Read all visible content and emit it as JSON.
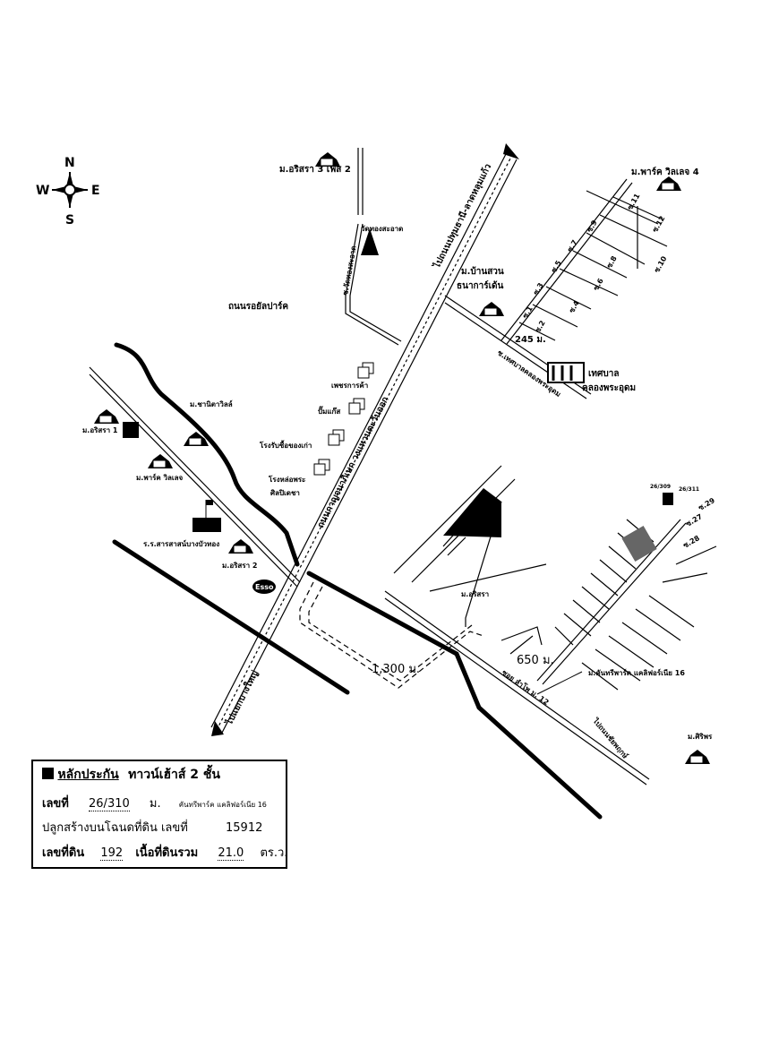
{
  "compass": {
    "north": "N",
    "south": "S",
    "east": "E",
    "west": "W"
  },
  "places": {
    "arisara3": "ม.อริสรา 3 เฟส 2",
    "wat": "วัดทองสะอาด",
    "soi_wat": "ซ.วัดทองสะอาด",
    "royal_park_road": "ถนนรอยัลปาร์ค",
    "to_pathum": "ไปถนนปทุมธานี-ลาดหลุมแก้ว",
    "park_village4": "ม.พาร์ค วิลเลจ 4",
    "baansuan_1": "ม.บ้านสวน",
    "baansuan_2": "ธนาการ์เด้น",
    "dist_245": "245 ม.",
    "soi_tesaban": "ซ.เทศบาลคลองพระอุดม",
    "tesaban_1": "เทศบาล",
    "tesaban_2": "คลองพระอุดม",
    "petch": "เพชรการค้า",
    "gas": "ปั๊มแก๊ส",
    "scrap": "โรงรับซื้อของเก่า",
    "foundry_1": "โรงหล่อพระ",
    "foundry_2": "ศิลปิเดชา",
    "kanchana": "ถนนกาญจนาภิเษก วงแหวนตะวันออก",
    "chanita": "ม.ชานิตาวิลล์",
    "arisara1": "ม.อริสรา 1",
    "park_village": "ม.พาร์ค วิลเลจ",
    "school": "ร.ร.สารสาสน์บางบัวทอง",
    "arisara2": "ม.อริสรา 2",
    "esso": "Esso",
    "to_bangyai": "ไปแยกบางใหญ่",
    "dist_1300": "1,300 ม.",
    "arisara": "ม.อริสรา",
    "dist_650": "650 ม.",
    "country_park": "ม.คันทรีพาร์ค แคลิฟอร์เนีย 16",
    "soi_lampho": "ซอย ลำโพ ม. 12",
    "to_chaiyapruek": "ไปถนนชัยพฤกษ์",
    "siriporn": "ม.ศิริพร",
    "house_309": "26/309",
    "house_311": "26/311"
  },
  "sois": [
    "ซ.1",
    "ซ.2",
    "ซ.3",
    "ซ.4",
    "ซ.5",
    "ซ.6",
    "ซ.7",
    "ซ.8",
    "ซ.9",
    "ซ.10",
    "ซ.11",
    "ซ.12"
  ],
  "east_sois": [
    "ซ.29",
    "ซ.27",
    "ซ.28"
  ],
  "infobox": {
    "title": "หลักประกัน",
    "title_value": "ทาวน์เฮ้าส์ 2 ชั้น",
    "no_label": "เลขที่",
    "no_value": "26/310",
    "moo_label": "ม.",
    "moo_value": "คันทรีพาร์ค แคลิฟอร์เนีย 16",
    "deed_label": "ปลูกสร้างบนโฉนดที่ดิน เลขที่",
    "deed_value": "15912",
    "land_label": "เลขที่ดิน",
    "land_value": "192",
    "area_label": "เนื้อที่ดินรวม",
    "area_value": "21.0",
    "area_unit": "ตร.ว."
  }
}
